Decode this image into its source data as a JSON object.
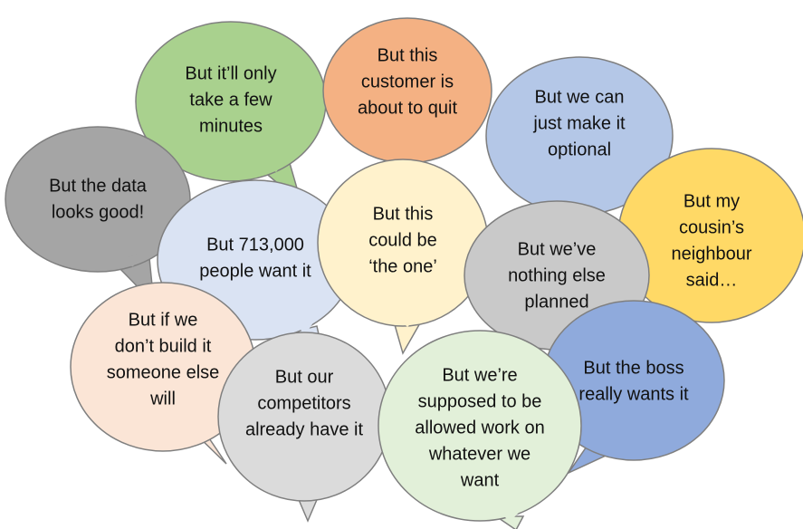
{
  "bubbles": [
    {
      "id": "speech-bubble-only-few-minutes",
      "color": "#a9d18e",
      "lines": [
        "But it’ll only",
        "take a few",
        "minutes"
      ]
    },
    {
      "id": "speech-bubble-customer-quit",
      "color": "#f4b183",
      "lines": [
        "But this",
        "customer is",
        "about to quit"
      ]
    },
    {
      "id": "speech-bubble-make-optional",
      "color": "#b4c7e7",
      "lines": [
        "But we can",
        "just make it",
        "optional"
      ]
    },
    {
      "id": "speech-bubble-data-looks-good",
      "color": "#a5a5a5",
      "lines": [
        "But the data",
        "looks good!"
      ]
    },
    {
      "id": "speech-bubble-713000-people",
      "color": "#dae3f3",
      "lines": [
        "But 713,000",
        "people want it"
      ]
    },
    {
      "id": "speech-bubble-could-be-the-one",
      "color": "#fff2cc",
      "lines": [
        "But this",
        "could be",
        "‘the one’"
      ]
    },
    {
      "id": "speech-bubble-nothing-else-planned",
      "color": "#c9c9c9",
      "lines": [
        "But we’ve",
        "nothing else",
        "planned"
      ]
    },
    {
      "id": "speech-bubble-cousins-neighbour",
      "color": "#ffd966",
      "lines": [
        "But my",
        "cousin’s",
        "neighbour",
        "said…"
      ]
    },
    {
      "id": "speech-bubble-someone-else-will",
      "color": "#fbe5d6",
      "lines": [
        "But if we",
        "don’t build it",
        "someone else",
        "will"
      ]
    },
    {
      "id": "speech-bubble-competitors-have-it",
      "color": "#dbdbdb",
      "lines": [
        "But our",
        "competitors",
        "already have it"
      ]
    },
    {
      "id": "speech-bubble-allowed-work-on-whatever",
      "color": "#e2f0d9",
      "lines": [
        "But we’re",
        "supposed to be",
        "allowed work on",
        "whatever we",
        "want"
      ]
    },
    {
      "id": "speech-bubble-boss-wants-it",
      "color": "#8faadc",
      "lines": [
        "But the boss",
        "really wants it"
      ]
    }
  ]
}
